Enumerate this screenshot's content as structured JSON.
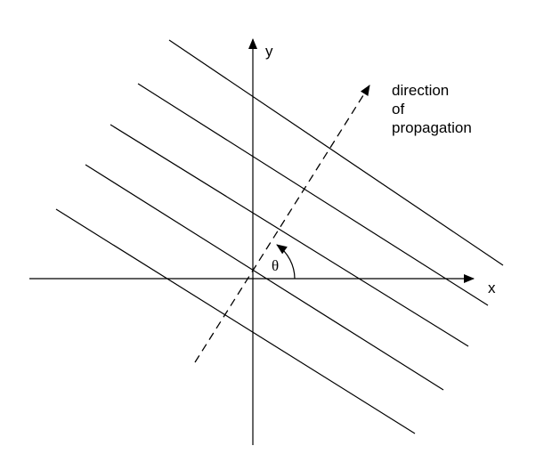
{
  "labels": {
    "x_axis": "x",
    "y_axis": "y",
    "angle": "θ",
    "direction_line1": "direction",
    "direction_line2": "of",
    "direction_line3": "propagation"
  },
  "colors": {
    "ink": "#000000",
    "background": "#ffffff"
  },
  "wavefronts": {
    "count": 5
  }
}
